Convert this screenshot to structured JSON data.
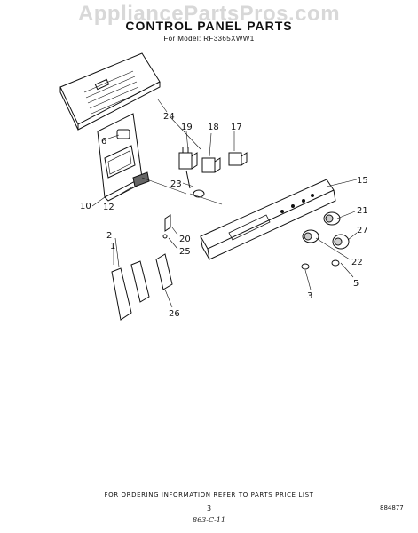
{
  "watermark": "AppliancePartsPros.com",
  "title": "CONTROL PANEL PARTS",
  "model": "For Model: RF3365XWW1",
  "part_labels": {
    "p2": "2",
    "p1": "1",
    "p3": "3",
    "p5": "5",
    "p6": "6",
    "p10": "10",
    "p12": "12",
    "p15": "15",
    "p17": "17",
    "p18": "18",
    "p19": "19",
    "p20": "20",
    "p21": "21",
    "p22": "22",
    "p23": "23",
    "p24": "24",
    "p25": "25",
    "p26": "26",
    "p27": "27"
  },
  "footer": "FOR ORDERING INFORMATION REFER TO PARTS PRICE LIST",
  "page_number": "3",
  "doc_number": "884877",
  "handwritten_note": "863-C-11"
}
